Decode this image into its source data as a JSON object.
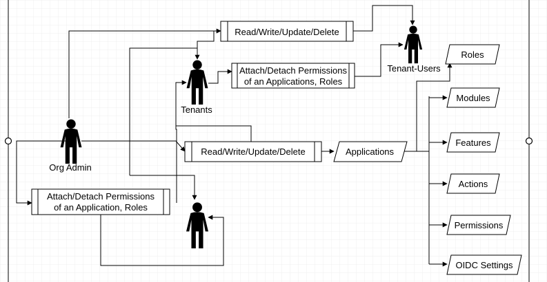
{
  "actors": {
    "org_admin": "Org Admin",
    "tenants": "Tenants",
    "tenant_users": "Tenant-Users",
    "unnamed_user": ""
  },
  "process_boxes": {
    "tenant_users_crud": "Read/Write/Update/Delete",
    "tenant_attach_line1": "Attach/Detach Permissions",
    "tenant_attach_line2": "of an Applications, Roles",
    "admin_crud": "Read/Write/Update/Delete",
    "admin_attach_line1": "Attach/Detach Permissions",
    "admin_attach_line2": "of an Application, Roles"
  },
  "data_boxes": {
    "applications": "Applications",
    "roles": "Roles",
    "modules": "Modules",
    "features": "Features",
    "actions": "Actions",
    "permissions": "Permissions",
    "oidc_settings": "OIDC Settings"
  },
  "colors": {
    "line": "#000000",
    "grid": "#eeeeee",
    "background": "#ffffff"
  }
}
